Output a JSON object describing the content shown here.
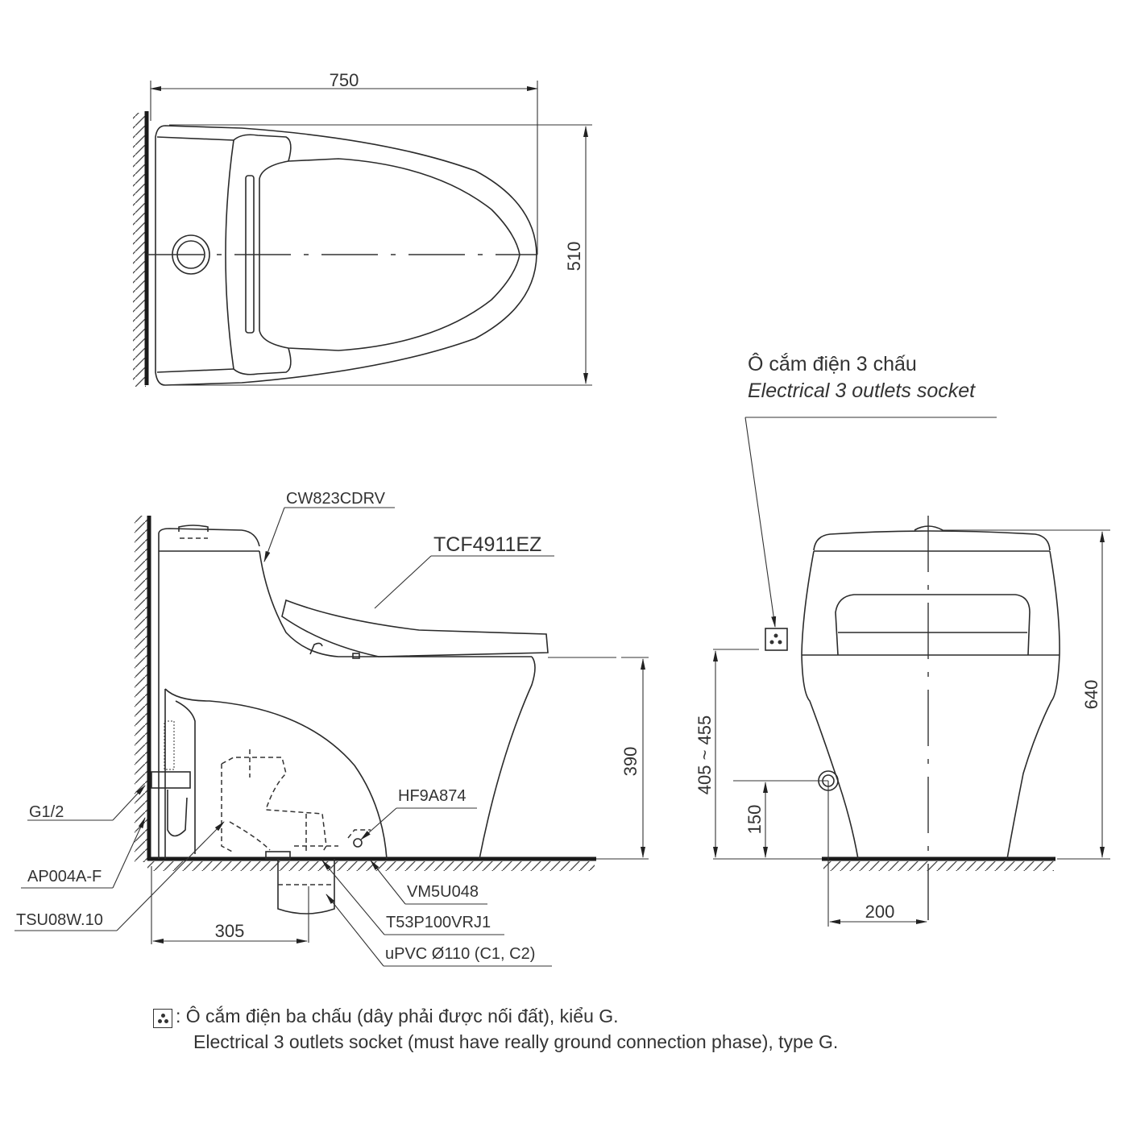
{
  "top_view": {
    "dim_length": "750",
    "dim_width": "510"
  },
  "socket_callout": {
    "title_vi": "Ô cắm điện 3 chấu",
    "title_en": "Electrical 3 outlets socket"
  },
  "side_view": {
    "parts": {
      "bowl": "CW823CDRV",
      "seat": "TCF4911EZ",
      "inlet": "G1/2",
      "angle_valve": "AP004A-F",
      "supply_hose": "TSU08W.10",
      "fixing": "HF9A874",
      "gasket": "VM5U048",
      "flange": "T53P100VRJ1",
      "pipe": "uPVC Ø110 (C1, C2)"
    },
    "dim_rough_in": "305",
    "dim_seat_height": "390"
  },
  "front_view": {
    "dim_socket_height": "405 ~ 455",
    "dim_inlet_height": "150",
    "dim_inlet_offset": "200",
    "dim_total_height": "640"
  },
  "legend": {
    "icon": "socket-icon",
    "line_vi": ": Ô cắm điện ba chấu (dây phải được nối đất), kiểu G.",
    "line_en": "Electrical 3 outlets socket (must have really ground connection phase), type G."
  }
}
